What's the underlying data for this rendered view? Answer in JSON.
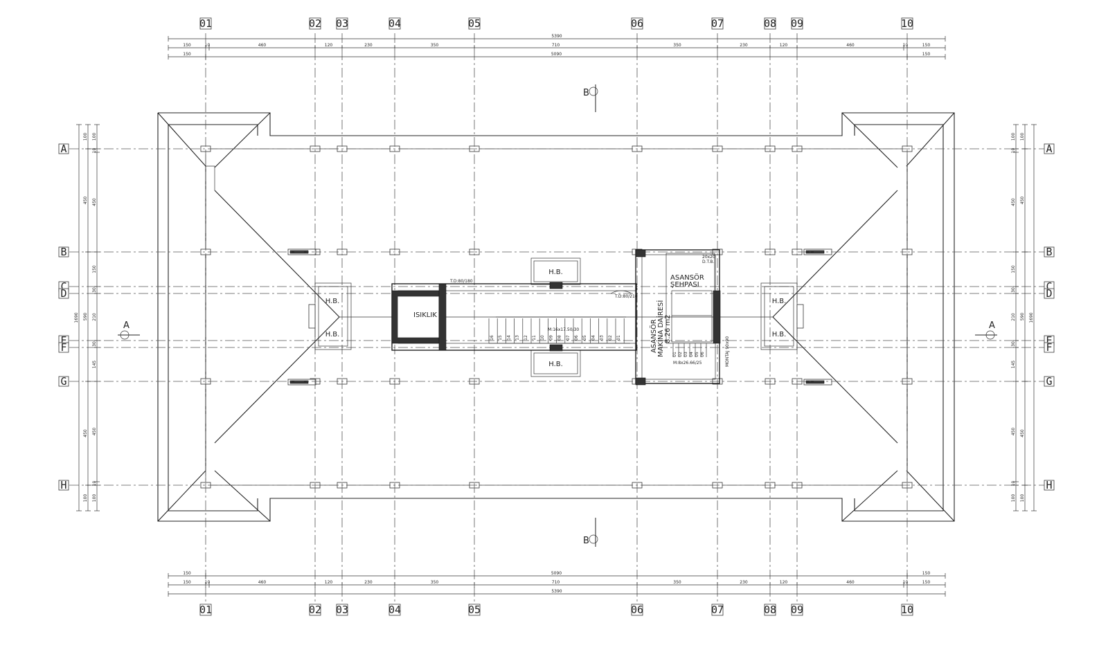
{
  "axes": {
    "columns": [
      "01",
      "02",
      "03",
      "04",
      "05",
      "06",
      "07",
      "08",
      "09",
      "10"
    ],
    "rows": [
      "A",
      "B",
      "C",
      "D",
      "E",
      "F",
      "G",
      "H"
    ]
  },
  "dimensions": {
    "top_total": "5390",
    "top_outer": [
      "150",
      "10",
      "460",
      "120",
      "230",
      "350",
      "710",
      "350",
      "230",
      "120",
      "460",
      "10",
      "150"
    ],
    "top_inner": [
      "150",
      "5090",
      "150"
    ],
    "bottom_inner": [
      "150",
      "5090",
      "150"
    ],
    "bottom_outer": [
      "150",
      "10",
      "460",
      "120",
      "230",
      "350",
      "710",
      "350",
      "230",
      "120",
      "460",
      "10",
      "150"
    ],
    "bottom_total": "5390",
    "left_outer": [
      "100",
      "10",
      "450",
      "150",
      "30",
      "210",
      "30",
      "145",
      "450",
      "10",
      "100"
    ],
    "left_inner": [
      "100",
      "450",
      "590",
      "450",
      "100"
    ],
    "left_total": "1690",
    "right_outer": [
      "100",
      "10",
      "450",
      "150",
      "30",
      "210",
      "30",
      "145",
      "450",
      "10",
      "100"
    ],
    "right_inner": [
      "100",
      "450",
      "590",
      "450",
      "100"
    ],
    "right_total": "1690"
  },
  "sections": {
    "a_label": "A",
    "b_label": "B"
  },
  "rooms": {
    "hb": "H.B.",
    "isiklik": "ISIKLIK",
    "machine_room_line1": "ASANSÖR",
    "machine_room_line2": "MAKİNA DAİRESİ",
    "machine_room_area": "8.26 m2",
    "elevator_shaft_line1": "ASANSÖR",
    "elevator_shaft_line2": "ŞEHPASI"
  },
  "annotations": {
    "stair_main": "M:16x17.50/30",
    "stair_small": "M:8x26.66/25",
    "door_small": "T.D:80/180",
    "door_machine": "T.D:80/210",
    "vent": "20x20",
    "vent2": "D.T.B.",
    "hatch": "MONTAJ 90x90",
    "stair_steps": [
      "16",
      "15",
      "14",
      "13",
      "12",
      "11",
      "10",
      "09",
      "08",
      "07",
      "06",
      "05",
      "04",
      "03",
      "02",
      "01"
    ],
    "small_steps": [
      "01",
      "02",
      "03",
      "04",
      "05",
      "06"
    ]
  }
}
